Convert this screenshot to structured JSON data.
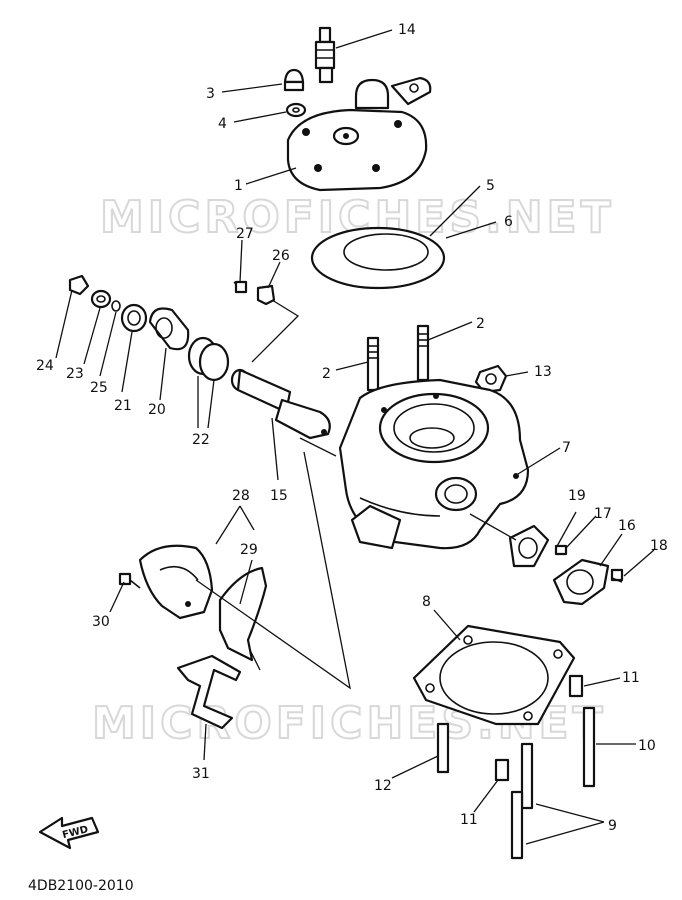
{
  "diagram": {
    "watermark": "MICROFICHES.NET",
    "footer_code": "4DB2100-2010",
    "fwd_arrow_label": "FWD",
    "callouts": {
      "c1": "1",
      "c2a": "2",
      "c2b": "2",
      "c3": "3",
      "c4": "4",
      "c5": "5",
      "c6": "6",
      "c7": "7",
      "c8": "8",
      "c9": "9",
      "c10": "10",
      "c11a": "11",
      "c11b": "11",
      "c12": "12",
      "c13": "13",
      "c14": "14",
      "c15": "15",
      "c16": "16",
      "c17": "17",
      "c18": "18",
      "c19": "19",
      "c20": "20",
      "c21": "21",
      "c22": "22",
      "c23": "23",
      "c24": "24",
      "c25": "25",
      "c26": "26",
      "c27": "27",
      "c28": "28",
      "c29": "29",
      "c30": "30",
      "c31": "31"
    }
  }
}
